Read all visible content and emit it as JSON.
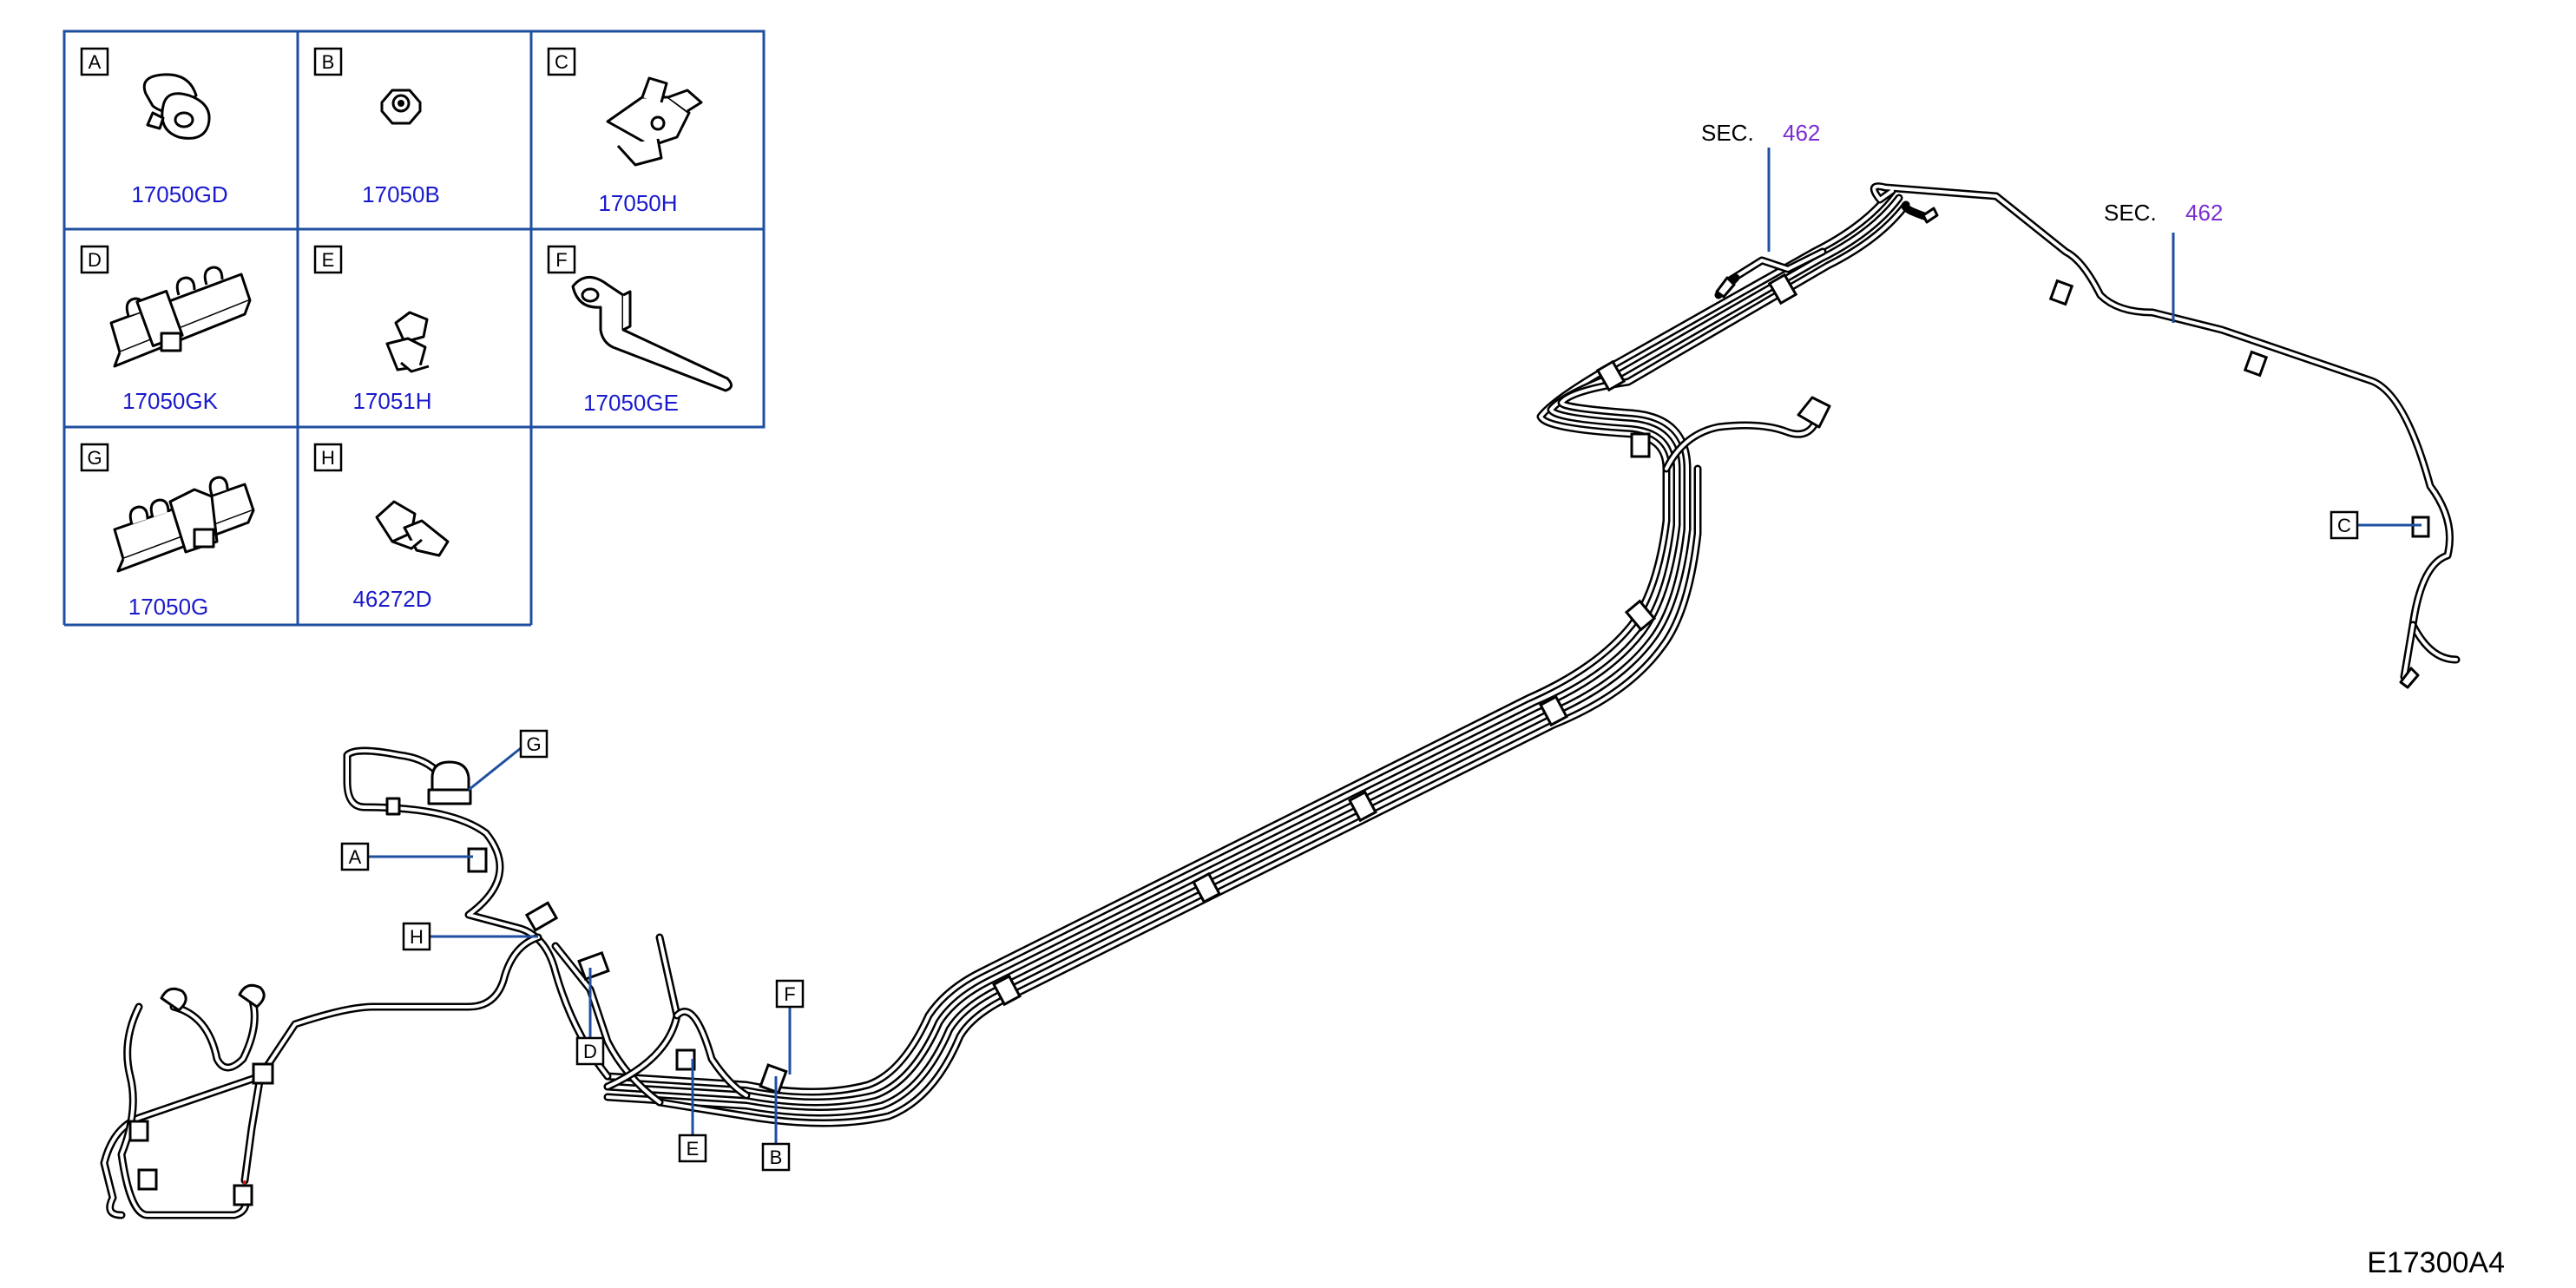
{
  "legend": {
    "cells": [
      {
        "letter": "A",
        "part": "17050GD"
      },
      {
        "letter": "B",
        "part": "17050B"
      },
      {
        "letter": "C",
        "part": "17050H"
      },
      {
        "letter": "D",
        "part": "17050GK"
      },
      {
        "letter": "E",
        "part": "17051H"
      },
      {
        "letter": "F",
        "part": "17050GE"
      },
      {
        "letter": "G",
        "part": "17050G"
      },
      {
        "letter": "H",
        "part": "46272D"
      }
    ]
  },
  "sections": [
    {
      "prefix": "SEC.",
      "number": "462"
    },
    {
      "prefix": "SEC.",
      "number": "462"
    }
  ],
  "callouts": [
    "G",
    "A",
    "H",
    "D",
    "F",
    "E",
    "B",
    "C"
  ],
  "colors": {
    "leader": "#1f4fa0",
    "part_number": "#1a1acd",
    "section_number": "#7b2fd0",
    "dashed": "#e02020"
  },
  "diagram_code": "E17300A4"
}
